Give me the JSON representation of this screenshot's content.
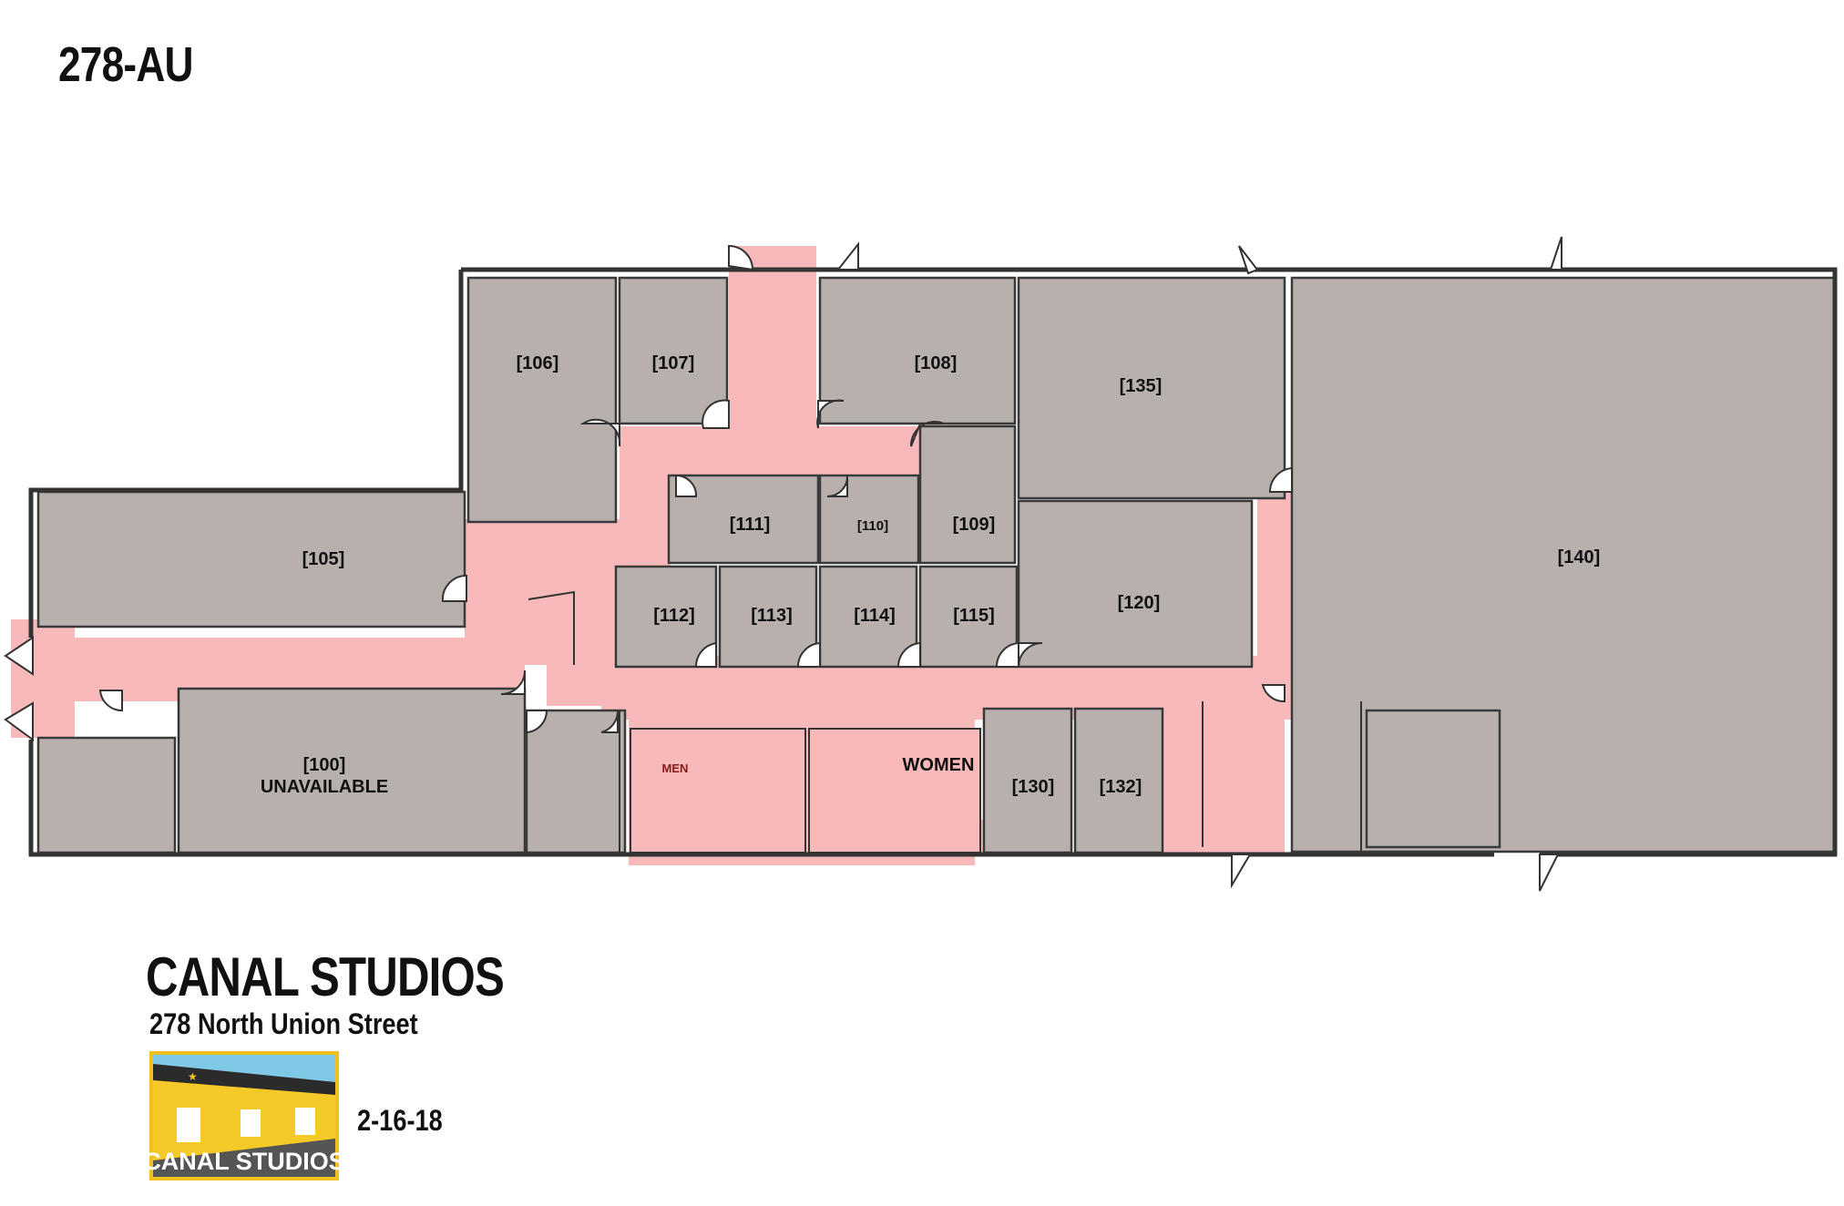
{
  "doc_code": "278-AU",
  "rooms": {
    "r106": "[106]",
    "r107": "[107]",
    "r108": "[108]",
    "r135": "[135]",
    "r105": "[105]",
    "r111": "[111]",
    "r110": "[110]",
    "r109": "[109]",
    "r140": "[140]",
    "r112": "[112]",
    "r113": "[113]",
    "r114": "[114]",
    "r115": "[115]",
    "r120": "[120]",
    "r100": "[100]",
    "r100_status": "UNAVAILABLE",
    "men": "MEN",
    "women": "WOMEN",
    "r130": "[130]",
    "r132": "[132]"
  },
  "brand": {
    "name": "CANAL STUDIOS",
    "address": "278 North Union Street",
    "logo_text": "CANAL STUDIOS"
  },
  "date": "2-16-18",
  "colors": {
    "room_fill": "#b8b0ac",
    "corridor_fill": "#f7b9b9",
    "logo_sky": "#7fc8e6",
    "logo_building": "#f5c928",
    "logo_roof": "#2b2b2b",
    "logo_border": "#f0c020"
  }
}
